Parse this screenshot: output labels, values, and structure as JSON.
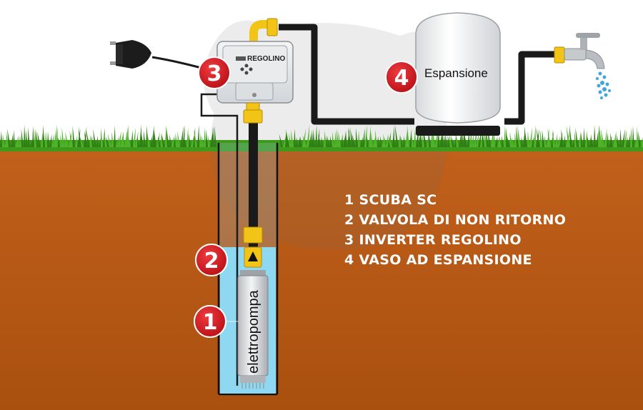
{
  "components": {
    "pump": {
      "number": "1",
      "label": "elettropompa"
    },
    "valve": {
      "number": "2"
    },
    "inverter": {
      "number": "3",
      "label": "REGOLINO"
    },
    "tank": {
      "number": "4",
      "label": "Espansione"
    }
  },
  "legend": [
    {
      "num": "1",
      "text": "SCUBA SC"
    },
    {
      "num": "2",
      "text": "VALVOLA DI NON RITORNO"
    },
    {
      "num": "3",
      "text": "INVERTER REGOLINO"
    },
    {
      "num": "4",
      "text": "VASO AD ESPANSIONE"
    }
  ],
  "colors": {
    "soil": "#c1601b",
    "grass": "#3f9a1c",
    "water": "#8fd8f2",
    "pipe": "#1a1a1a",
    "fitting": "#f2c417",
    "badge": "#d6161d"
  },
  "icons": [
    "power-plug-icon",
    "water-tap-icon",
    "arrow-up-icon"
  ]
}
